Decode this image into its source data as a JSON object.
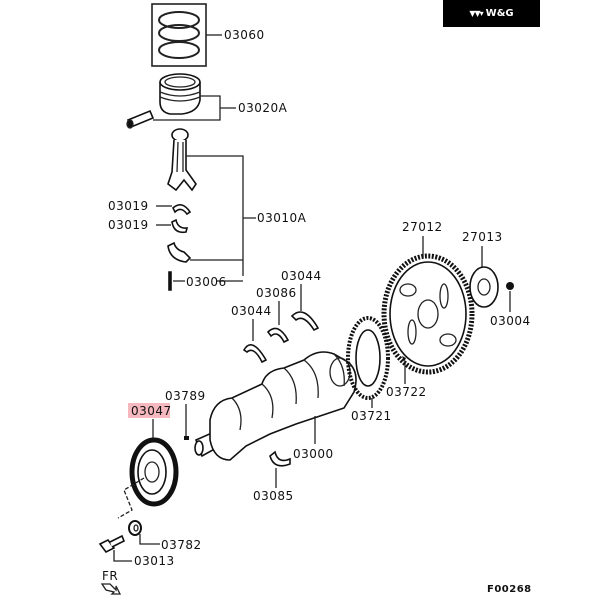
{
  "brand": {
    "logo_icon": "wg-logo-icon",
    "name": "W&G"
  },
  "diagram": {
    "figure_id": "F00268",
    "direction_label": "FR",
    "highlight_color": "#f4b8be",
    "parts": [
      {
        "id": "piston-rings",
        "label": "03060"
      },
      {
        "id": "piston",
        "label": "03020A"
      },
      {
        "id": "rod-bearing-upper",
        "label": "03019"
      },
      {
        "id": "rod-bearing-lower",
        "label": "03019"
      },
      {
        "id": "connecting-rod",
        "label": "03010A"
      },
      {
        "id": "rod-bolt",
        "label": "03006"
      },
      {
        "id": "thrust-bearing-upper",
        "label": "03044"
      },
      {
        "id": "main-bearing-upper",
        "label": "03086"
      },
      {
        "id": "thrust-bearing-lower",
        "label": "03044"
      },
      {
        "id": "key",
        "label": "03789"
      },
      {
        "id": "crank-pulley",
        "label": "03047",
        "highlighted": true
      },
      {
        "id": "crankshaft",
        "label": "03000"
      },
      {
        "id": "main-bearing-lower",
        "label": "03085"
      },
      {
        "id": "washer",
        "label": "03782"
      },
      {
        "id": "pulley-bolt",
        "label": "03013"
      },
      {
        "id": "sensor-plate",
        "label": "03721"
      },
      {
        "id": "plate-bolt",
        "label": "03722"
      },
      {
        "id": "drive-plate",
        "label": "27012"
      },
      {
        "id": "adapter-plate",
        "label": "27013"
      },
      {
        "id": "drive-plate-bolt",
        "label": "03004"
      }
    ]
  }
}
